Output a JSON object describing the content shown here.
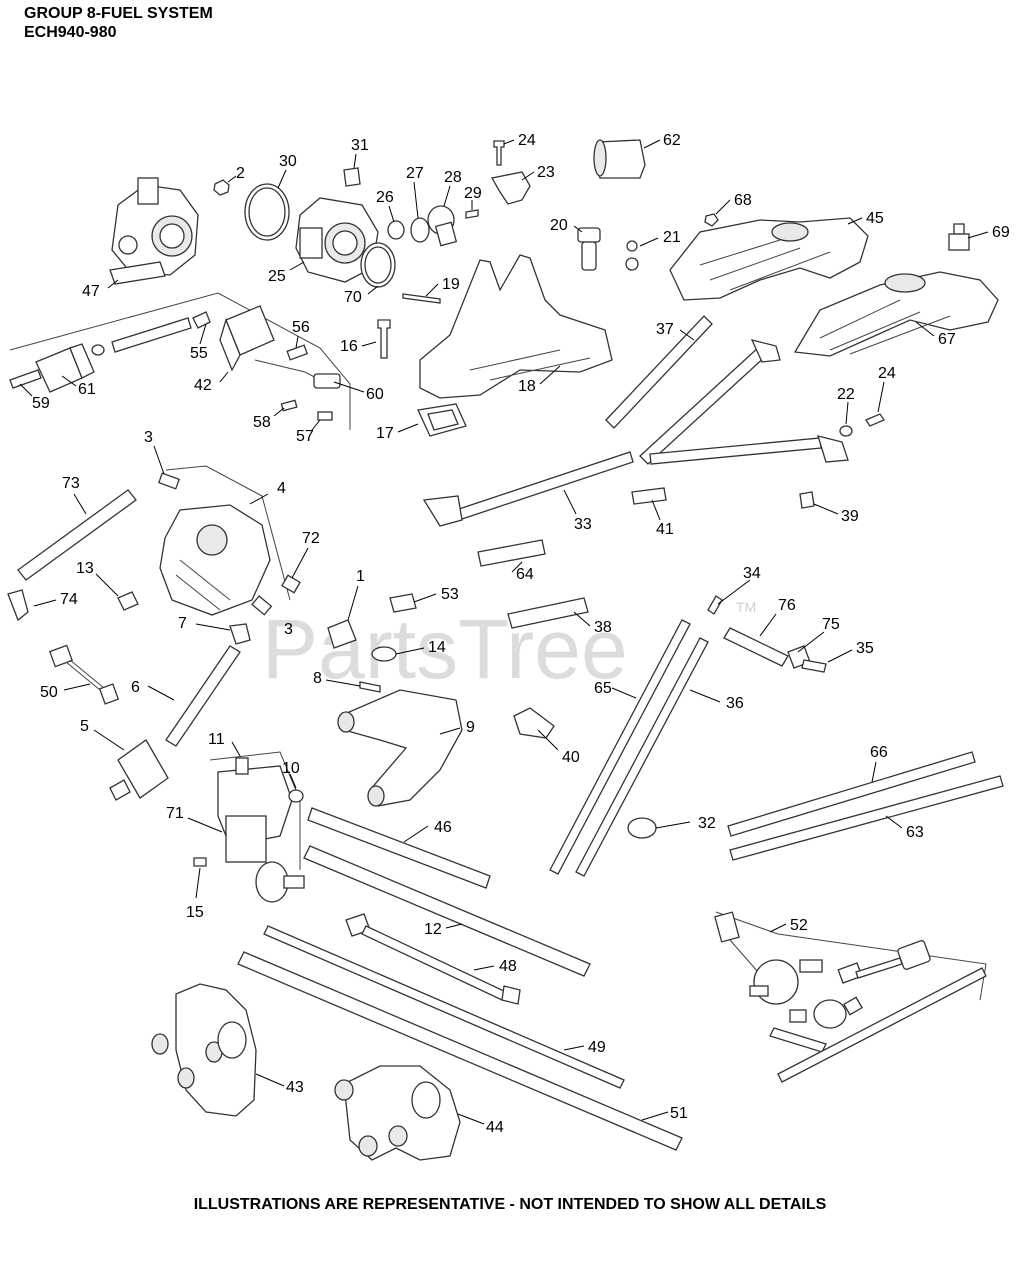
{
  "header": {
    "title_line1": "GROUP 8-FUEL SYSTEM",
    "title_line2": "ECH940-980"
  },
  "footer": {
    "disclaimer": "ILLUSTRATIONS ARE REPRESENTATIVE - NOT INTENDED TO SHOW ALL DETAILS"
  },
  "watermark": {
    "text": "PartsTree",
    "tm": "TM"
  },
  "part_labels": [
    {
      "id": "2",
      "label": "2"
    },
    {
      "id": "30",
      "label": "30"
    },
    {
      "id": "31",
      "label": "31"
    },
    {
      "id": "26",
      "label": "26"
    },
    {
      "id": "27",
      "label": "27"
    },
    {
      "id": "28",
      "label": "28"
    },
    {
      "id": "29",
      "label": "29"
    },
    {
      "id": "24a",
      "label": "24"
    },
    {
      "id": "23",
      "label": "23"
    },
    {
      "id": "62",
      "label": "62"
    },
    {
      "id": "68",
      "label": "68"
    },
    {
      "id": "45",
      "label": "45"
    },
    {
      "id": "69",
      "label": "69"
    },
    {
      "id": "20",
      "label": "20"
    },
    {
      "id": "21",
      "label": "21"
    },
    {
      "id": "47",
      "label": "47"
    },
    {
      "id": "25",
      "label": "25"
    },
    {
      "id": "70",
      "label": "70"
    },
    {
      "id": "19",
      "label": "19"
    },
    {
      "id": "67",
      "label": "67"
    },
    {
      "id": "56",
      "label": "56"
    },
    {
      "id": "55",
      "label": "55"
    },
    {
      "id": "16",
      "label": "16"
    },
    {
      "id": "37",
      "label": "37"
    },
    {
      "id": "42",
      "label": "42"
    },
    {
      "id": "61",
      "label": "61"
    },
    {
      "id": "60",
      "label": "60"
    },
    {
      "id": "18",
      "label": "18"
    },
    {
      "id": "59",
      "label": "59"
    },
    {
      "id": "22",
      "label": "22"
    },
    {
      "id": "24b",
      "label": "24"
    },
    {
      "id": "58",
      "label": "58"
    },
    {
      "id": "57",
      "label": "57"
    },
    {
      "id": "17",
      "label": "17"
    },
    {
      "id": "3a",
      "label": "3"
    },
    {
      "id": "73",
      "label": "73"
    },
    {
      "id": "4",
      "label": "4"
    },
    {
      "id": "33",
      "label": "33"
    },
    {
      "id": "41",
      "label": "41"
    },
    {
      "id": "39",
      "label": "39"
    },
    {
      "id": "72",
      "label": "72"
    },
    {
      "id": "13",
      "label": "13"
    },
    {
      "id": "64",
      "label": "64"
    },
    {
      "id": "1",
      "label": "1"
    },
    {
      "id": "74",
      "label": "74"
    },
    {
      "id": "53",
      "label": "53"
    },
    {
      "id": "34",
      "label": "34"
    },
    {
      "id": "7",
      "label": "7"
    },
    {
      "id": "3b",
      "label": "3"
    },
    {
      "id": "38",
      "label": "38"
    },
    {
      "id": "76",
      "label": "76"
    },
    {
      "id": "75",
      "label": "75"
    },
    {
      "id": "14",
      "label": "14"
    },
    {
      "id": "35",
      "label": "35"
    },
    {
      "id": "50",
      "label": "50"
    },
    {
      "id": "6",
      "label": "6"
    },
    {
      "id": "8",
      "label": "8"
    },
    {
      "id": "65",
      "label": "65"
    },
    {
      "id": "36",
      "label": "36"
    },
    {
      "id": "5",
      "label": "5"
    },
    {
      "id": "11",
      "label": "11"
    },
    {
      "id": "9",
      "label": "9"
    },
    {
      "id": "40",
      "label": "40"
    },
    {
      "id": "10",
      "label": "10"
    },
    {
      "id": "66",
      "label": "66"
    },
    {
      "id": "71",
      "label": "71"
    },
    {
      "id": "46",
      "label": "46"
    },
    {
      "id": "32",
      "label": "32"
    },
    {
      "id": "63",
      "label": "63"
    },
    {
      "id": "15",
      "label": "15"
    },
    {
      "id": "52",
      "label": "52"
    },
    {
      "id": "12",
      "label": "12"
    },
    {
      "id": "48",
      "label": "48"
    },
    {
      "id": "49",
      "label": "49"
    },
    {
      "id": "43",
      "label": "43"
    },
    {
      "id": "51",
      "label": "51"
    },
    {
      "id": "44",
      "label": "44"
    }
  ]
}
